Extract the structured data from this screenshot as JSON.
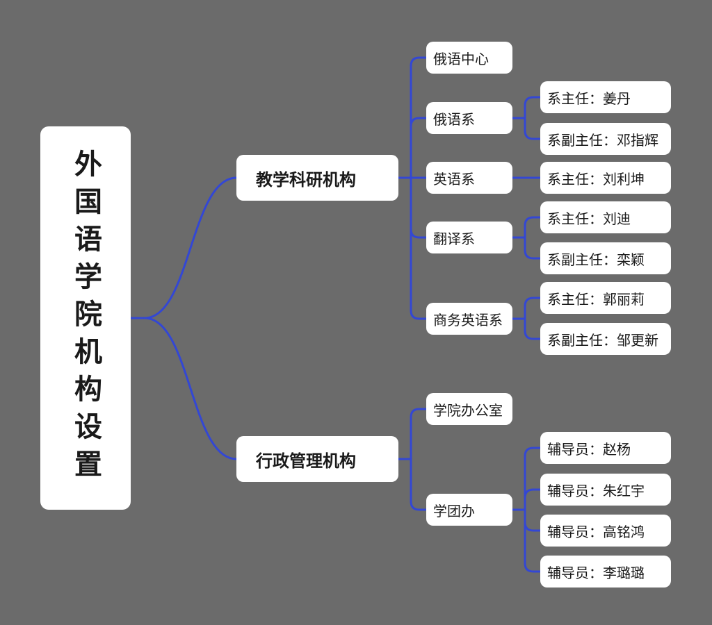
{
  "theme": {
    "background": "#6b6b6b",
    "node_fill": "#ffffff",
    "connector": "#3347d4",
    "text": "#1a1a1a"
  },
  "root": {
    "label": "外国语学院机构设置"
  },
  "branches": [
    {
      "label": "教学科研机构",
      "children": [
        {
          "label": "俄语中心",
          "children": []
        },
        {
          "label": "俄语系",
          "children": [
            {
              "label": "系主任：姜丹"
            },
            {
              "label": "系副主任：邓指辉"
            }
          ]
        },
        {
          "label": "英语系",
          "children": [
            {
              "label": "系主任：刘利坤"
            }
          ]
        },
        {
          "label": "翻译系",
          "children": [
            {
              "label": "系主任：刘迪"
            },
            {
              "label": "系副主任：栾颖"
            }
          ]
        },
        {
          "label": "商务英语系",
          "children": [
            {
              "label": "系主任：郭丽莉"
            },
            {
              "label": "系副主任：邹更新"
            }
          ]
        }
      ]
    },
    {
      "label": "行政管理机构",
      "children": [
        {
          "label": "学院办公室",
          "children": []
        },
        {
          "label": "学团办",
          "children": [
            {
              "label": "辅导员：赵杨"
            },
            {
              "label": "辅导员：朱红宇"
            },
            {
              "label": "辅导员：高铭鸿"
            },
            {
              "label": "辅导员：李璐璐"
            }
          ]
        }
      ]
    }
  ]
}
